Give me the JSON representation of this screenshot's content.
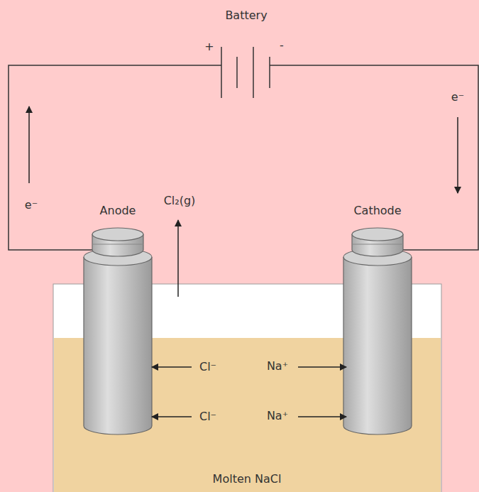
{
  "diagram": {
    "nodes": [
      {
        "text": [
          "Molten NaCl"
        ]
      },
      {
        "text": [
          "Anode"
        ]
      },
      {
        "text": [
          "Cathode"
        ]
      }
    ],
    "labels": [
      "Battery",
      "+",
      "-",
      "e⁻",
      "e⁻",
      "Cl₂(g)",
      "Cl⁻",
      "Cl⁻",
      "Na⁺",
      "Na⁺"
    ]
  }
}
